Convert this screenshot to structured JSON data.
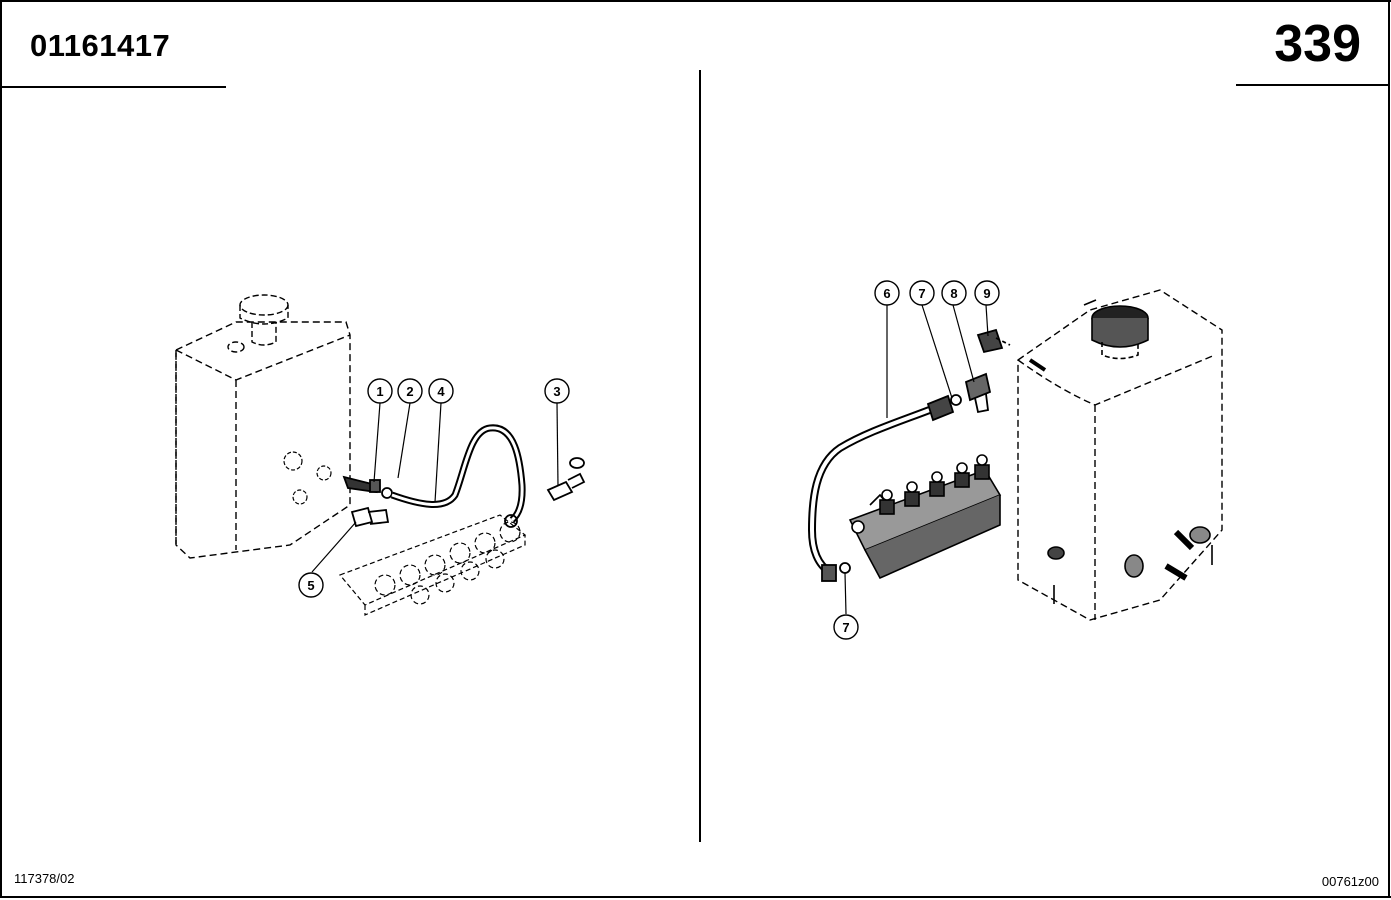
{
  "header": {
    "part_number": "01161417",
    "page_number": "339"
  },
  "footer": {
    "drawing_ref_left": "117378/02",
    "drawing_ref_right": "00761z00"
  },
  "left_view": {
    "callouts": [
      "1",
      "2",
      "4",
      "3",
      "5"
    ]
  },
  "right_view": {
    "callouts": [
      "6",
      "7",
      "8",
      "9",
      "7"
    ]
  }
}
